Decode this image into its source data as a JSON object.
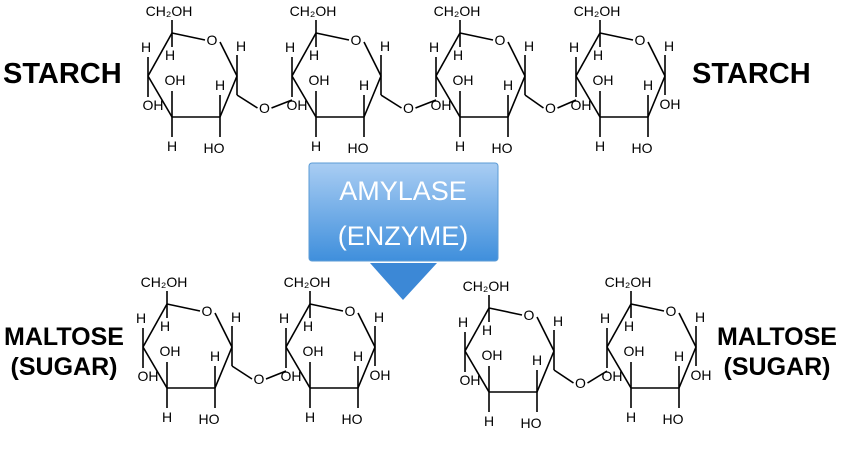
{
  "labels": {
    "starch_left": "STARCH",
    "starch_right": "STARCH",
    "maltose_left_line1": "MALTOSE",
    "maltose_left_line2": "(SUGAR)",
    "maltose_right_line1": "MALTOSE",
    "maltose_right_line2": "(SUGAR)"
  },
  "arrow": {
    "line1": "AMYLASE",
    "line2": "(ENZYME)",
    "color_top": "#a9cdf3",
    "color_bottom": "#3f8fdc"
  },
  "ring_atoms": {
    "ch2oh": "CH₂OH",
    "oxygen": "O",
    "hydrogen": "H",
    "hydroxyl": "OH",
    "hydroxyl_rev": "HO",
    "bridge_oxygen": "O"
  }
}
